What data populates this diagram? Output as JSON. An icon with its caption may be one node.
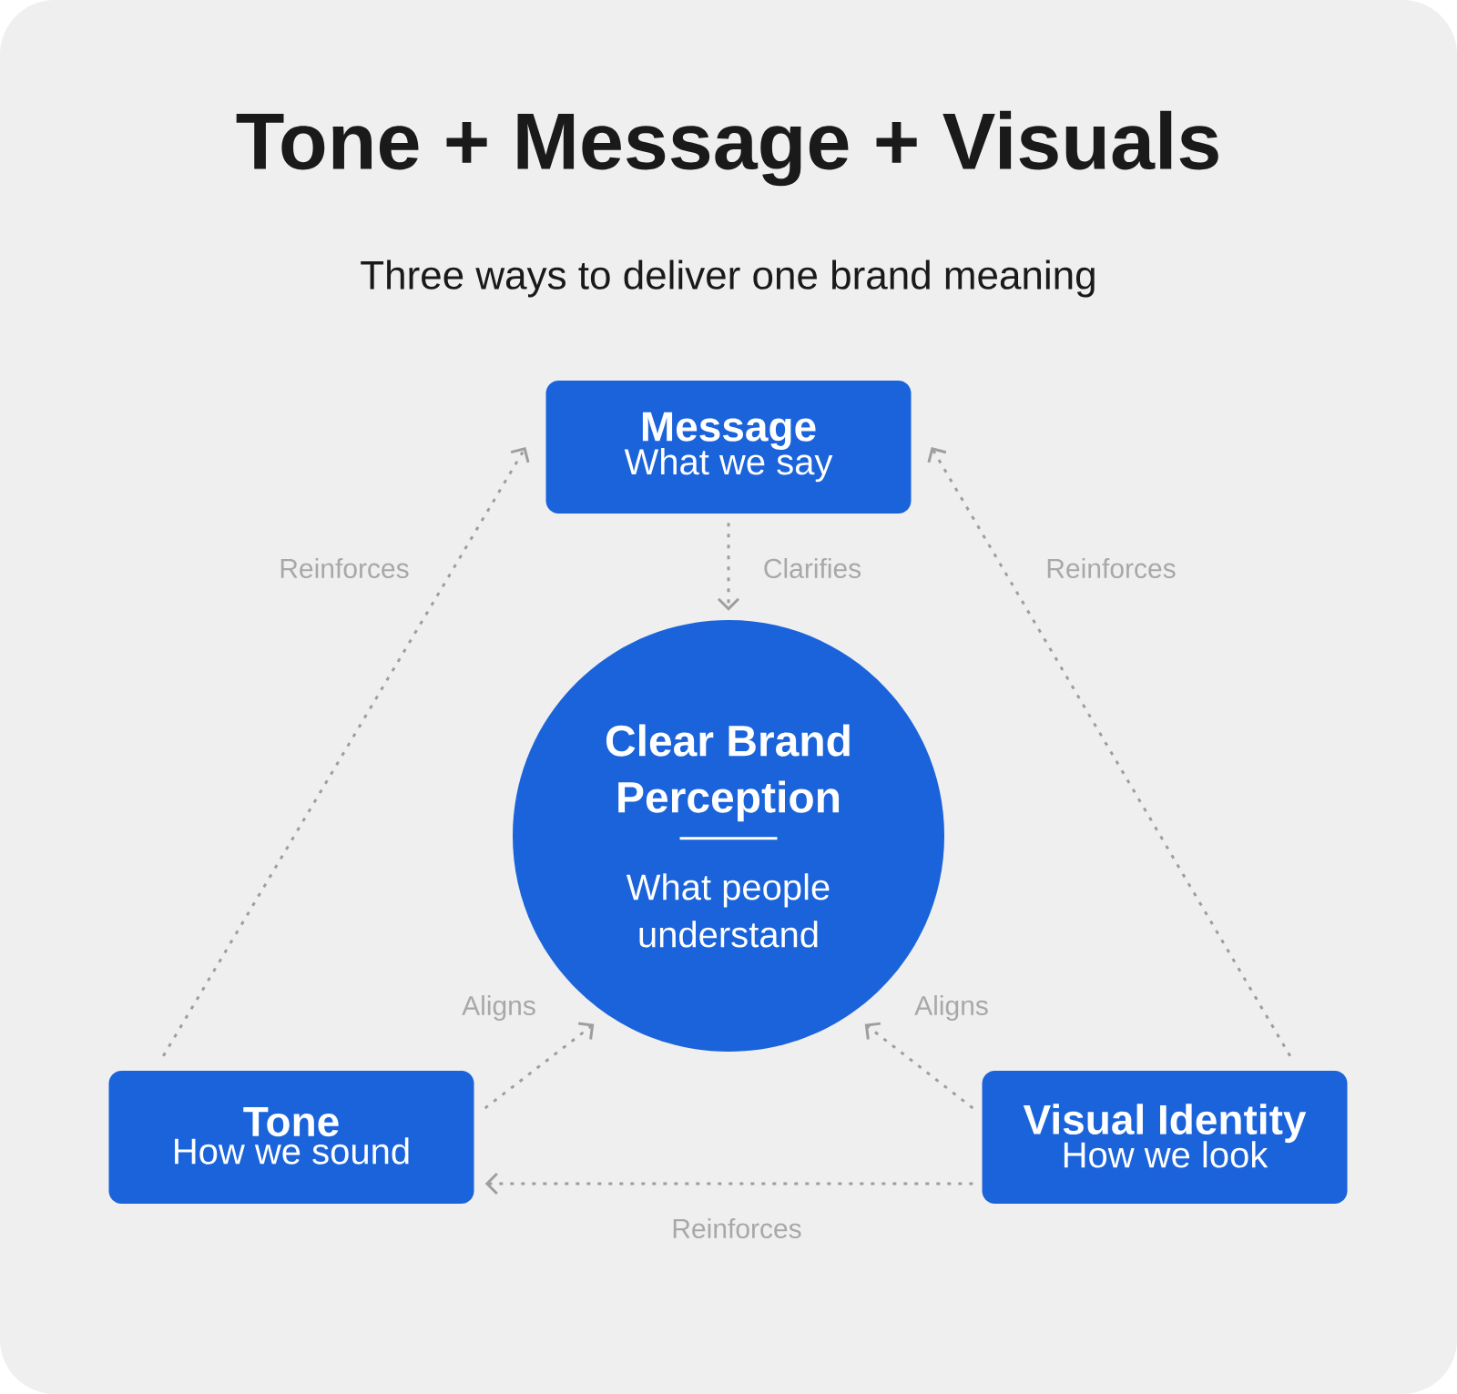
{
  "diagram": {
    "title": "Tone + Message + Visuals",
    "caption": "Three ways to deliver one brand meaning",
    "nodes": [
      {
        "text": [
          "Message",
          "What we say"
        ]
      },
      {
        "text": [
          "Clear Brand Perception",
          "What people understand"
        ]
      },
      {
        "text": [
          "Tone",
          "How we sound"
        ]
      },
      {
        "text": [
          "Visual Identity",
          "How we look"
        ]
      }
    ],
    "edges": [
      {
        "from": 2,
        "to": 0,
        "arrow": "to",
        "label": "Reinforces",
        "style": "dashed"
      },
      {
        "from": 0,
        "to": 1,
        "arrow": "to",
        "label": "Clarifies",
        "style": "dashed"
      },
      {
        "from": 3,
        "to": 0,
        "arrow": "to",
        "label": "Reinforces",
        "style": "dashed"
      },
      {
        "from": 2,
        "to": 1,
        "arrow": "to",
        "label": "Aligns",
        "style": "dashed"
      },
      {
        "from": 3,
        "to": 1,
        "arrow": "to",
        "label": "Aligns",
        "style": "dashed"
      },
      {
        "from": 3,
        "to": 2,
        "arrow": "to",
        "label": "Reinforces",
        "style": "dashed"
      }
    ]
  }
}
